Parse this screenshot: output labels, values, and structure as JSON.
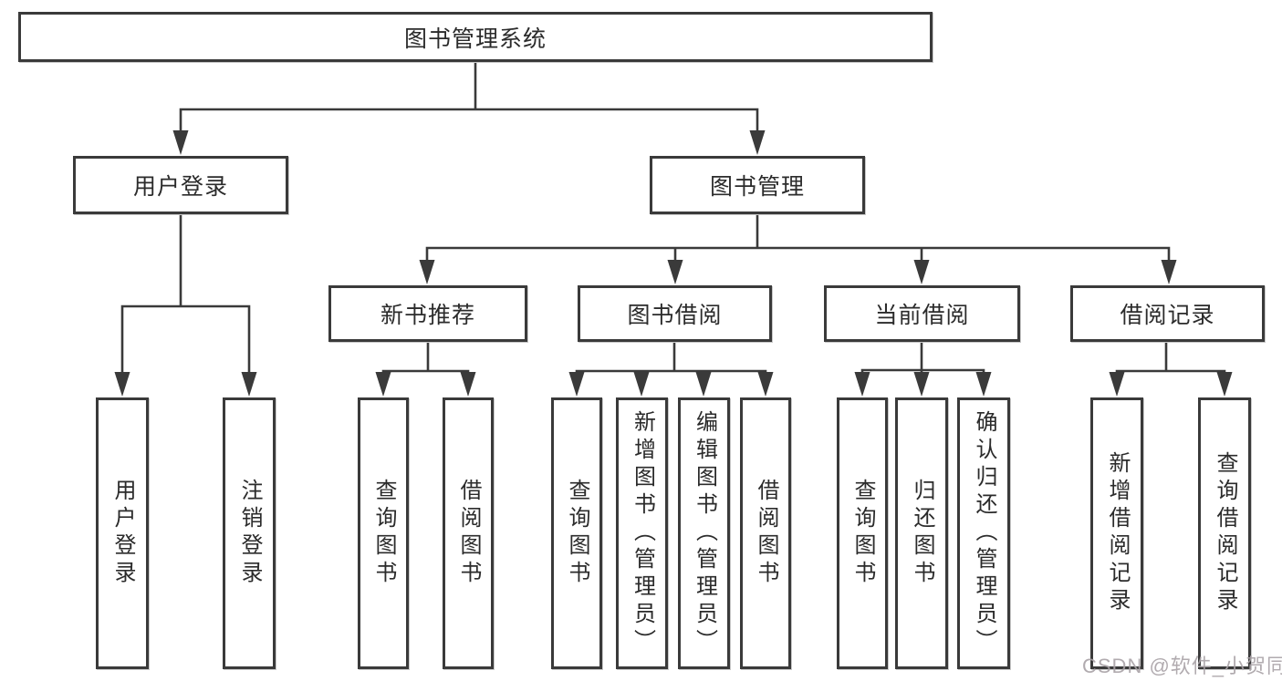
{
  "tree": {
    "root": {
      "label": "图书管理系统"
    },
    "branches": [
      {
        "label": "用户登录",
        "children": [
          {
            "label": "用户登录"
          },
          {
            "label": "注销登录"
          }
        ]
      },
      {
        "label": "图书管理",
        "children": [
          {
            "label": "新书推荐",
            "children": [
              {
                "label": "查询图书"
              },
              {
                "label": "借阅图书"
              }
            ]
          },
          {
            "label": "图书借阅",
            "children": [
              {
                "label": "查询图书"
              },
              {
                "label": "新增图书（管理员）"
              },
              {
                "label": "编辑图书（管理员）"
              },
              {
                "label": "借阅图书"
              }
            ]
          },
          {
            "label": "当前借阅",
            "children": [
              {
                "label": "查询图书"
              },
              {
                "label": "归还图书"
              },
              {
                "label": "确认归还（管理员）"
              }
            ]
          },
          {
            "label": "借阅记录",
            "children": [
              {
                "label": "新增借阅记录"
              },
              {
                "label": "查询借阅记录"
              }
            ]
          }
        ]
      }
    ]
  },
  "watermark": "CSDN @软件_小贺同学",
  "colors": {
    "line": "#3a3a3a",
    "box_border": "#3a3a3a",
    "text": "#2b2b2b",
    "watermark": "#a8a2a6"
  }
}
